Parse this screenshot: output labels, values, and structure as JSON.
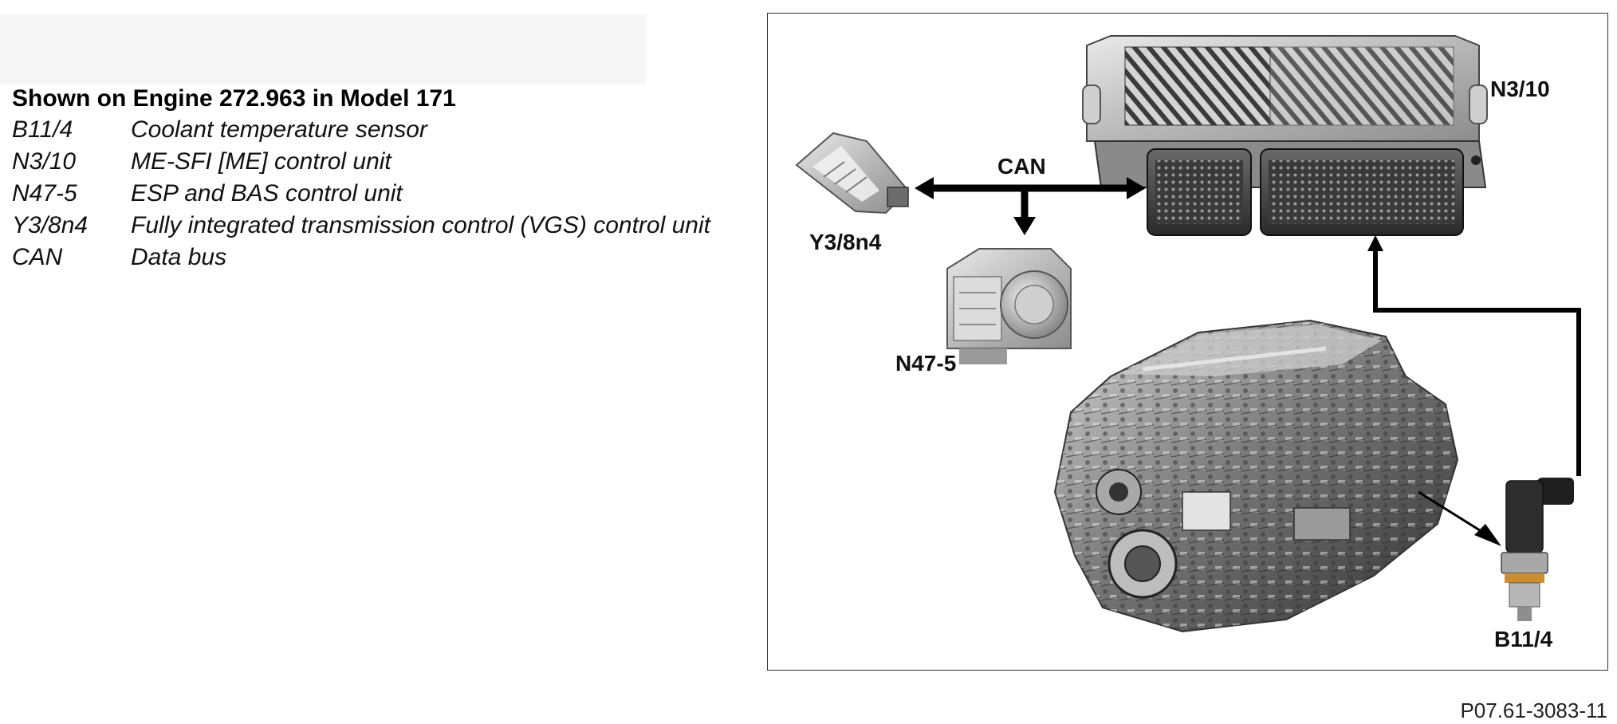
{
  "legend": {
    "title": "Shown on Engine 272.963 in Model 171",
    "items": [
      {
        "code": "B11/4",
        "desc": "Coolant temperature sensor"
      },
      {
        "code": "N3/10",
        "desc": "ME-SFI [ME] control unit"
      },
      {
        "code": "N47-5",
        "desc": "ESP and BAS control unit"
      },
      {
        "code": "Y3/8n4",
        "desc": "Fully integrated transmission control (VGS) control unit"
      },
      {
        "code": "CAN",
        "desc": "Data bus"
      }
    ]
  },
  "diagram": {
    "labels": {
      "n3_10": "N3/10",
      "can": "CAN",
      "y3_8n4": "Y3/8n4",
      "n47_5": "N47-5",
      "b11_4": "B11/4"
    }
  },
  "figure_code": "P07.61-3083-11"
}
